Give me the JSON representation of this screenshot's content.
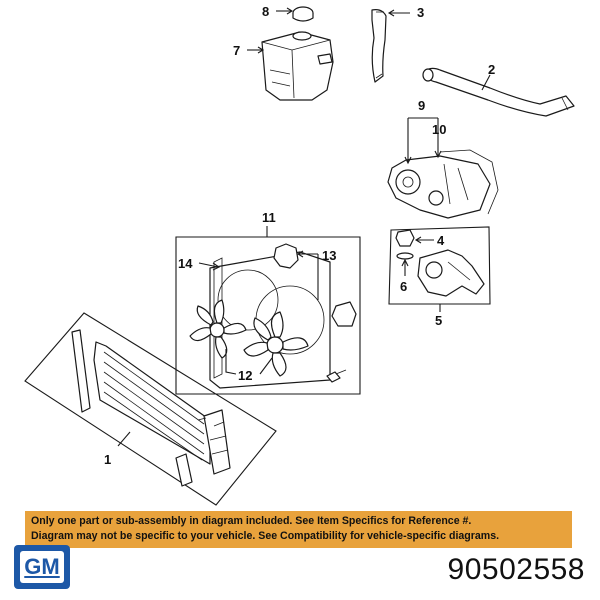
{
  "callouts": {
    "c1": "1",
    "c2": "2",
    "c3": "3",
    "c4": "4",
    "c5": "5",
    "c6": "6",
    "c7": "7",
    "c8": "8",
    "c9": "9",
    "c10": "10",
    "c11": "11",
    "c12": "12",
    "c13": "13",
    "c14": "14"
  },
  "disclaimer": {
    "line1": "Only one part or sub-assembly in diagram included. See Item Specifics for Reference #.",
    "line2": "Diagram may not be specific to your vehicle. See Compatibility for vehicle-specific diagrams."
  },
  "brand": {
    "logo_text": "GM",
    "logo_color": "#1d58a7",
    "banner_color": "#e8a23c"
  },
  "part_number": "90502558"
}
